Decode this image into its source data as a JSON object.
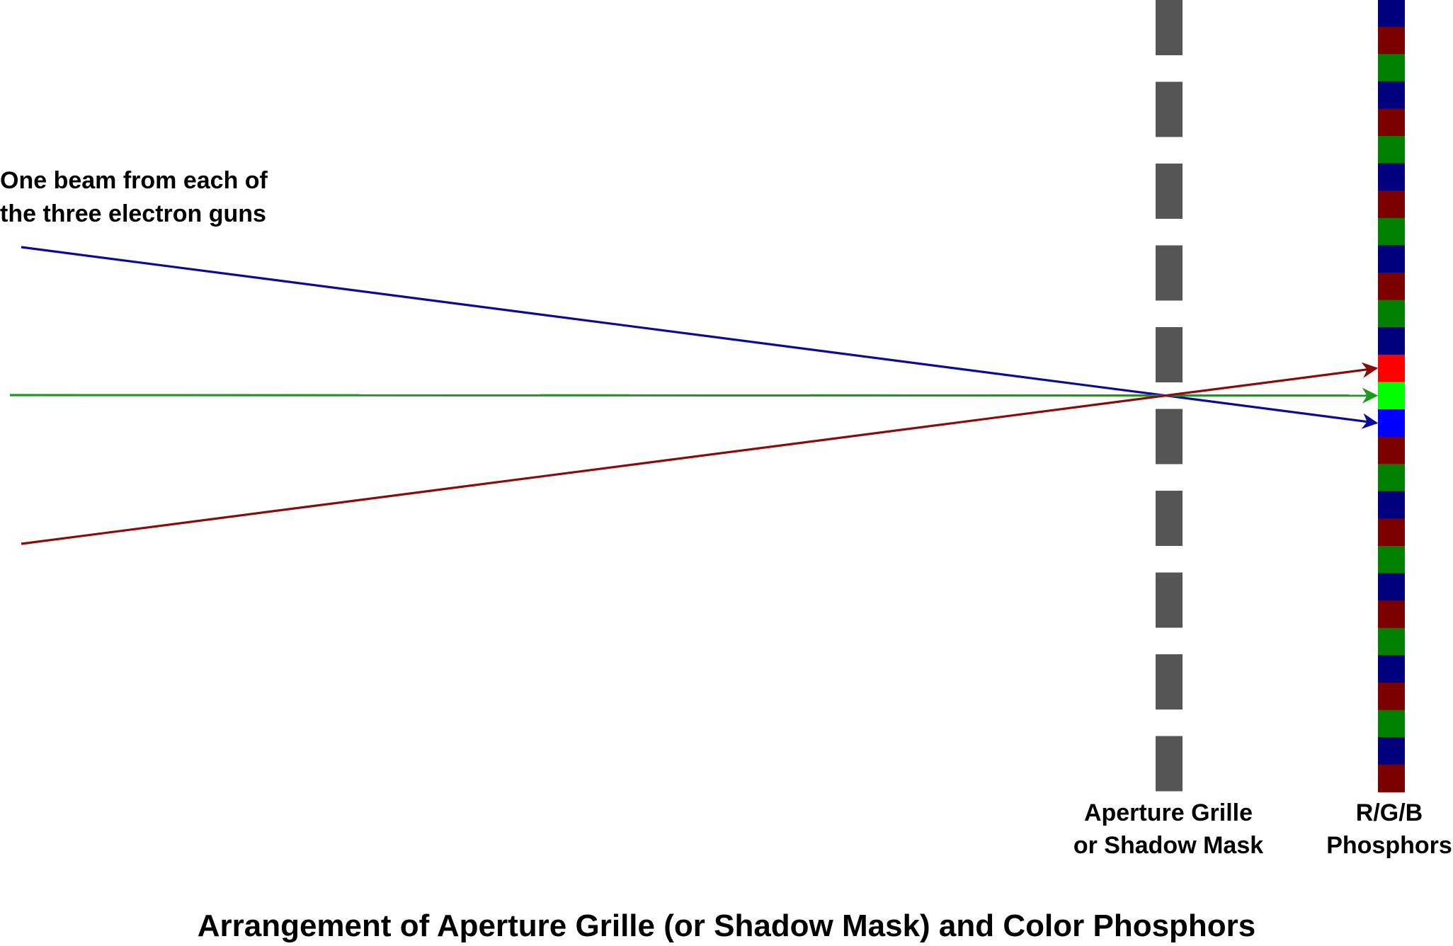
{
  "beams_label": {
    "line1": "One beam from each of",
    "line2": "the three electron guns"
  },
  "grille_label": {
    "line1": "Aperture Grille",
    "line2": "or Shadow Mask"
  },
  "phosphor_label": {
    "line1": "R/G/B",
    "line2": "Phosphors"
  },
  "caption": "Arrangement of Aperture Grille (or Shadow Mask) and Color Phosphors",
  "grille": {
    "bar_color": "#555555",
    "bar_count": 10
  },
  "phosphor_strip": {
    "sequence": [
      "B",
      "R",
      "G",
      "B",
      "R",
      "G",
      "B",
      "R",
      "G",
      "B",
      "R",
      "G",
      "B",
      "R",
      "G",
      "B",
      "R",
      "G",
      "B",
      "R",
      "G",
      "B",
      "R",
      "G",
      "B",
      "R",
      "G",
      "B",
      "R"
    ],
    "highlight": {
      "red_index": 13,
      "green_index": 14,
      "blue_index": 15
    },
    "colors": {
      "R": "#7a0000",
      "G": "#007f00",
      "B": "#00007f",
      "R_lit": "#ff0000",
      "G_lit": "#00ff00",
      "B_lit": "#0000ff"
    }
  },
  "beams": [
    {
      "name": "blue-beam",
      "color": "#0a0a9a",
      "target": "blue"
    },
    {
      "name": "green-beam",
      "color": "#1a9a1a",
      "target": "green"
    },
    {
      "name": "red-beam",
      "color": "#8b0a0a",
      "target": "red"
    }
  ]
}
